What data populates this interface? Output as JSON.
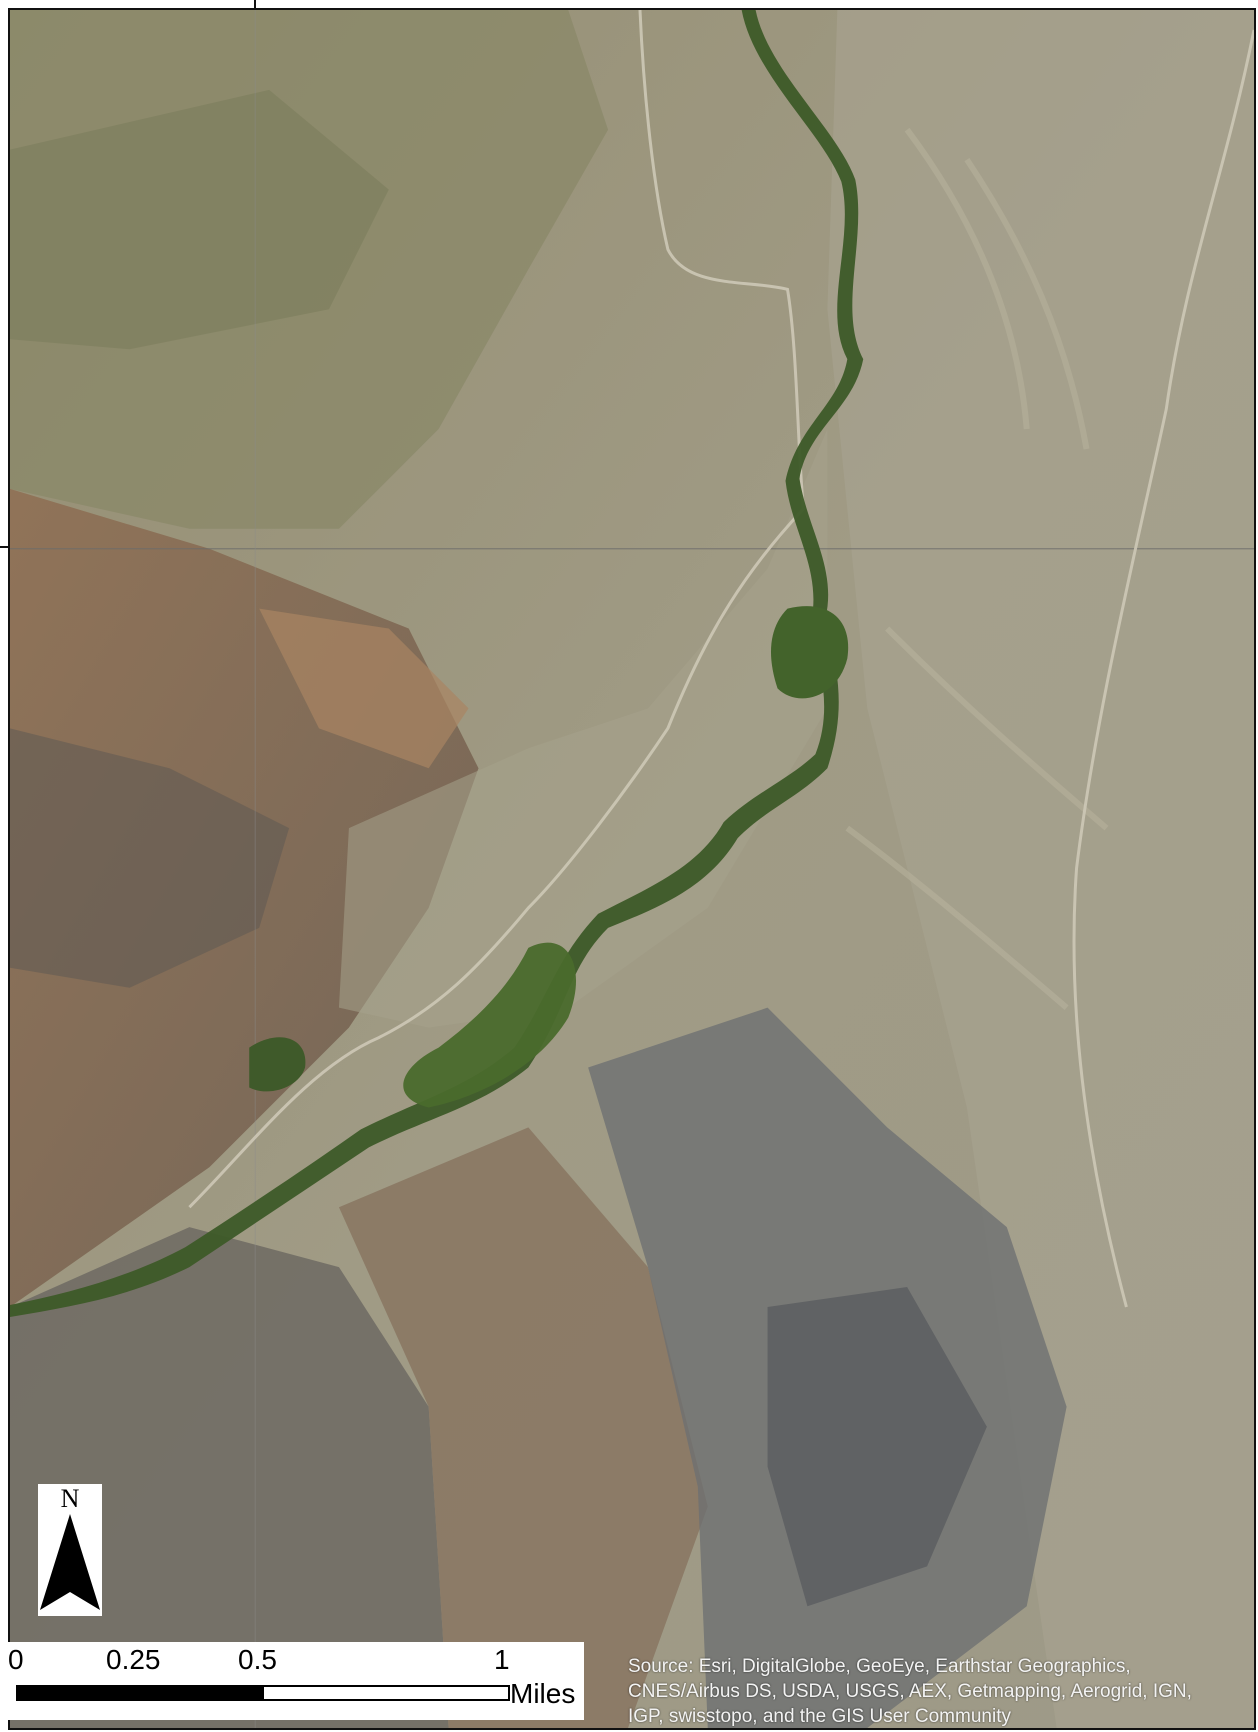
{
  "map": {
    "basemap": "satellite imagery",
    "colors": {
      "valley_floor": "#9a9780",
      "rock_brown": "#8a6f55",
      "riparian_green": "#3f5a2a",
      "grey_rock": "#6f7070",
      "road": "#c9c4b2"
    }
  },
  "north_arrow": {
    "letter": "N",
    "icon": "north-arrow-icon"
  },
  "scale_bar": {
    "labels": [
      "0",
      "0.25",
      "0.5",
      "1"
    ],
    "unit": "Miles"
  },
  "attribution": {
    "text": "Source: Esri, DigitalGlobe, GeoEye, Earthstar Geographics, CNES/Airbus DS, USDA, USGS, AEX, Getmapping, Aerogrid, IGN, IGP, swisstopo, and the GIS User Community"
  }
}
